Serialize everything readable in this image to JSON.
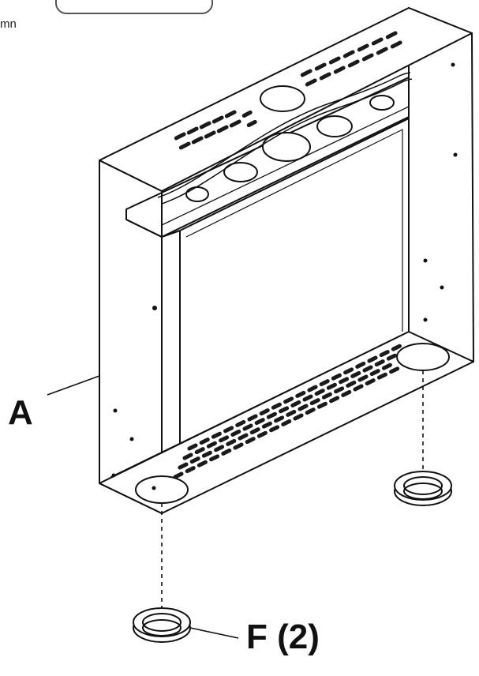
{
  "diagram": {
    "corner_text": "mn",
    "callouts": {
      "a": "A",
      "f": "F (2)"
    },
    "colors": {
      "line": "#111111",
      "background": "#ffffff",
      "hole_fill": "#ffffff",
      "slot_fill": "#1a1a1a"
    },
    "parts": [
      {
        "id": "A",
        "name": "wall-mount-box"
      },
      {
        "id": "F",
        "name": "grommet",
        "quantity": 2
      }
    ]
  }
}
